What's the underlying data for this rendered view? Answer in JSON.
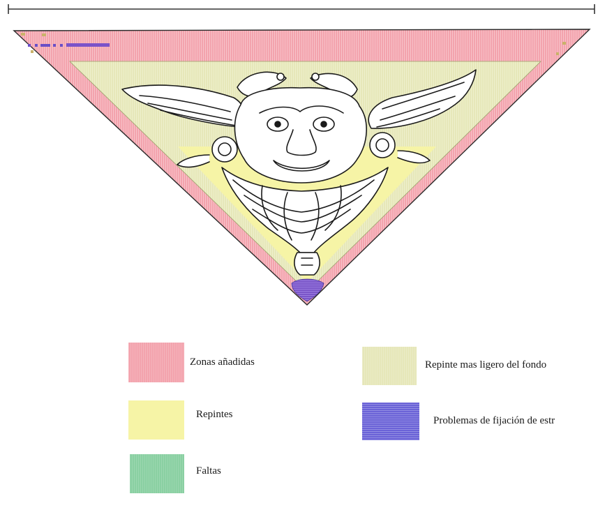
{
  "legend": {
    "added_zones": "Zonas añadidas",
    "lighter_repaint": "Repinte mas ligero del fondo",
    "repaints": "Repintes",
    "fixation_problems": "Problemas de fijación de estr",
    "losses": "Faltas"
  },
  "colors": {
    "added_zones": "#f3a3ad",
    "lighter_repaint": "#e6e7b9",
    "repaints": "#f6f4a6",
    "fixation_problems": "#6a62d7",
    "losses": "#8ad0a2",
    "drawing_line": "#1a1a1a"
  }
}
